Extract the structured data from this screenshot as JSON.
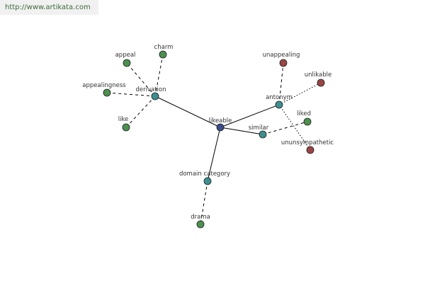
{
  "header": {
    "url": "http://www.artikata.com"
  },
  "colors": {
    "center": "#3b4d8c",
    "relation": "#3f8f8f",
    "synonym": "#4e9050",
    "antonym": "#9a4545"
  },
  "graph": {
    "nodes": [
      {
        "id": "likeable",
        "label": "likeable",
        "kind": "center"
      },
      {
        "id": "derivation",
        "label": "derivation",
        "kind": "relation"
      },
      {
        "id": "antonym",
        "label": "antonym",
        "kind": "relation"
      },
      {
        "id": "similar",
        "label": "similar",
        "kind": "relation"
      },
      {
        "id": "domain_category",
        "label": "domain category",
        "kind": "relation"
      },
      {
        "id": "appeal",
        "label": "appeal",
        "kind": "synonym"
      },
      {
        "id": "charm",
        "label": "charm",
        "kind": "synonym"
      },
      {
        "id": "appealingness",
        "label": "appealingness",
        "kind": "synonym"
      },
      {
        "id": "like",
        "label": "like",
        "kind": "synonym"
      },
      {
        "id": "unappealing",
        "label": "unappealing",
        "kind": "antonym"
      },
      {
        "id": "unlikable",
        "label": "unlikable",
        "kind": "antonym"
      },
      {
        "id": "ununsympathetic",
        "label": "ununsympathetic",
        "kind": "antonym"
      },
      {
        "id": "liked",
        "label": "liked",
        "kind": "synonym"
      },
      {
        "id": "drama",
        "label": "drama",
        "kind": "synonym"
      }
    ],
    "edges": [
      {
        "from": "likeable",
        "to": "derivation",
        "style": "solid"
      },
      {
        "from": "likeable",
        "to": "antonym",
        "style": "solid"
      },
      {
        "from": "likeable",
        "to": "similar",
        "style": "solid"
      },
      {
        "from": "likeable",
        "to": "domain_category",
        "style": "solid"
      },
      {
        "from": "derivation",
        "to": "appeal",
        "style": "dashed"
      },
      {
        "from": "derivation",
        "to": "charm",
        "style": "dashed"
      },
      {
        "from": "derivation",
        "to": "appealingness",
        "style": "dashed"
      },
      {
        "from": "derivation",
        "to": "like",
        "style": "dashed"
      },
      {
        "from": "antonym",
        "to": "unappealing",
        "style": "dashed"
      },
      {
        "from": "antonym",
        "to": "unlikable",
        "style": "dotted"
      },
      {
        "from": "antonym",
        "to": "ununsympathetic",
        "style": "dotted"
      },
      {
        "from": "similar",
        "to": "liked",
        "style": "dashed"
      },
      {
        "from": "domain_category",
        "to": "drama",
        "style": "dashed"
      }
    ]
  }
}
